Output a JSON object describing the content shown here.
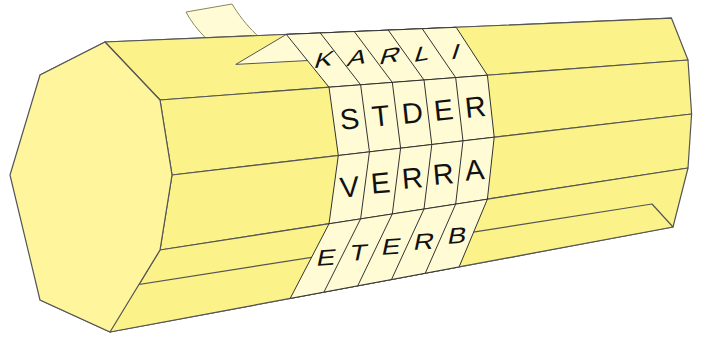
{
  "diagram": {
    "labels": [
      "K",
      "A",
      "R",
      "L",
      "I",
      "S",
      "T",
      "D",
      "E",
      "R",
      "V",
      "E",
      "R",
      "R",
      "A",
      "E",
      "T",
      "E",
      "R",
      "B"
    ]
  }
}
